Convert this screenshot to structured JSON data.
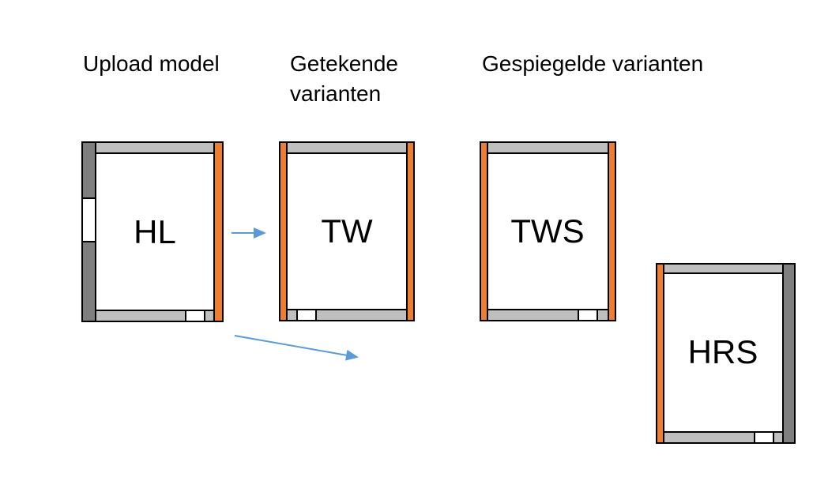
{
  "headers": [
    {
      "label": "Upload model"
    },
    {
      "label": "Getekende varianten"
    },
    {
      "label": "Gespiegelde varianten"
    }
  ],
  "plans": [
    {
      "label": "HL"
    },
    {
      "label": "TW"
    },
    {
      "label": "TWS"
    },
    {
      "label": "HRS"
    }
  ],
  "colors": {
    "background": "#FFFFFF",
    "text": "#000000",
    "wall_outline": "#000000",
    "wall_orange": "#ED7D31",
    "wall_dark_gray": "#7F7F7F",
    "wall_light_gray": "#BFBFBF",
    "window_door_gap": "#FFFFFF",
    "arrow_blue": "#5B9BD5"
  }
}
